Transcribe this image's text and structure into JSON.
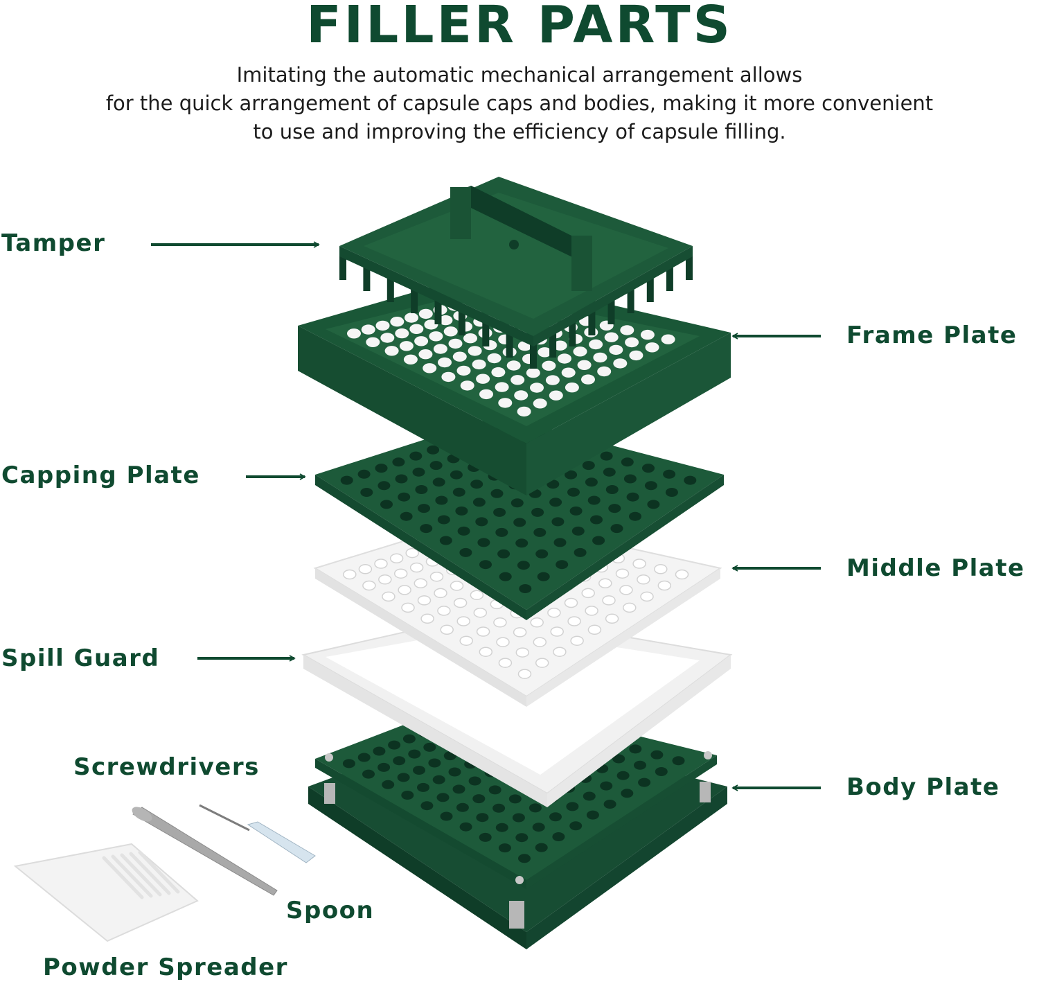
{
  "title": "FILLER PARTS",
  "subtitle": {
    "line1": "Imitating the automatic mechanical arrangement allows",
    "line2": "for the quick arrangement of capsule caps and bodies, making it more convenient",
    "line3": "to use and improving the efficiency of capsule filling."
  },
  "labels": {
    "tamper": "Tamper",
    "frame_plate": "Frame Plate",
    "capping_plate": "Capping Plate",
    "middle_plate": "Middle Plate",
    "spill_guard": "Spill Guard",
    "body_plate": "Body Plate",
    "screwdrivers": "Screwdrivers",
    "spoon": "Spoon",
    "powder_spreader": "Powder Spreader"
  },
  "colors": {
    "brand_green": "#0f4a30",
    "part_green": "#1d5a3a",
    "part_white": "#f4f4f4"
  }
}
